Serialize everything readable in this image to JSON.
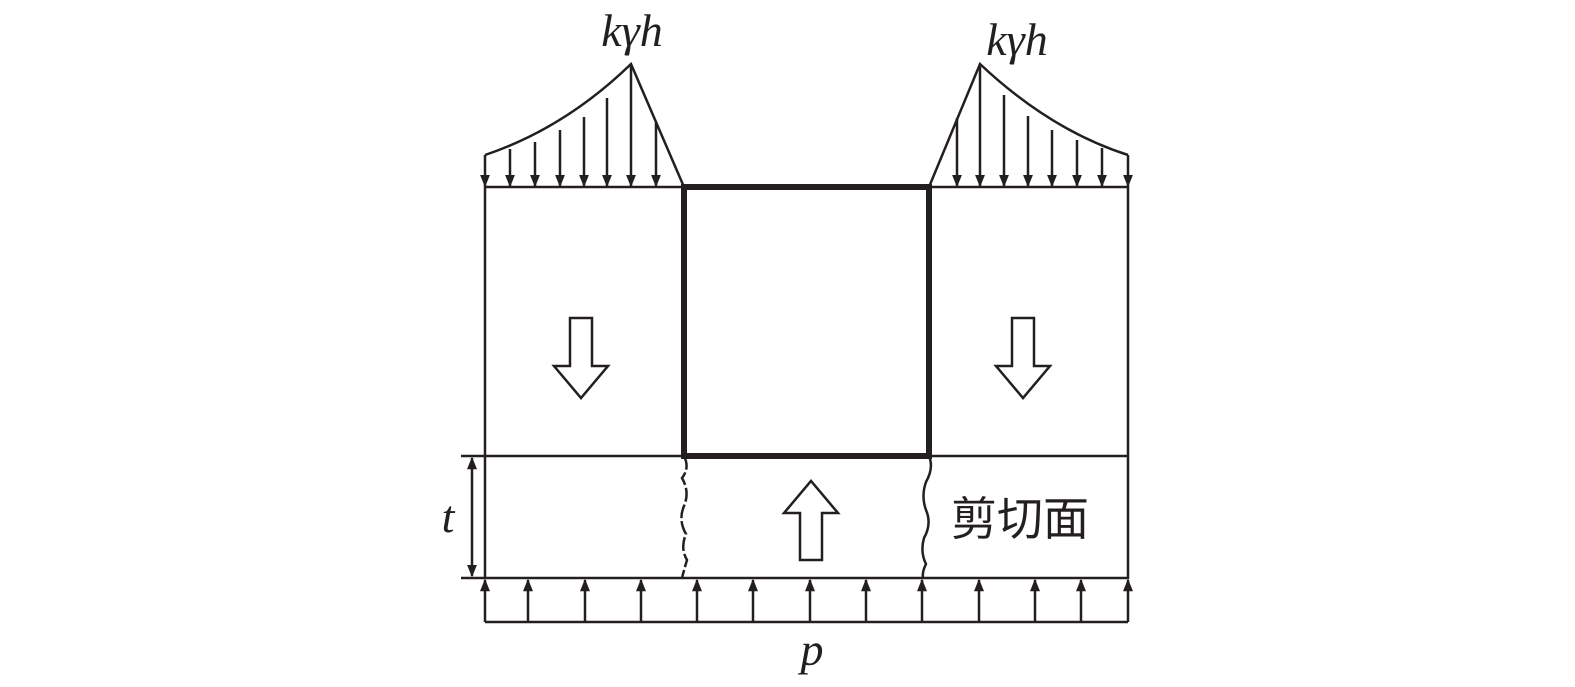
{
  "labels": {
    "load_left": "kγh",
    "load_right": "kγh",
    "thickness": "t",
    "uplift": "p",
    "shear_plane": "剪切面"
  },
  "colors": {
    "stroke": "#231f20",
    "background": "#ffffff"
  }
}
